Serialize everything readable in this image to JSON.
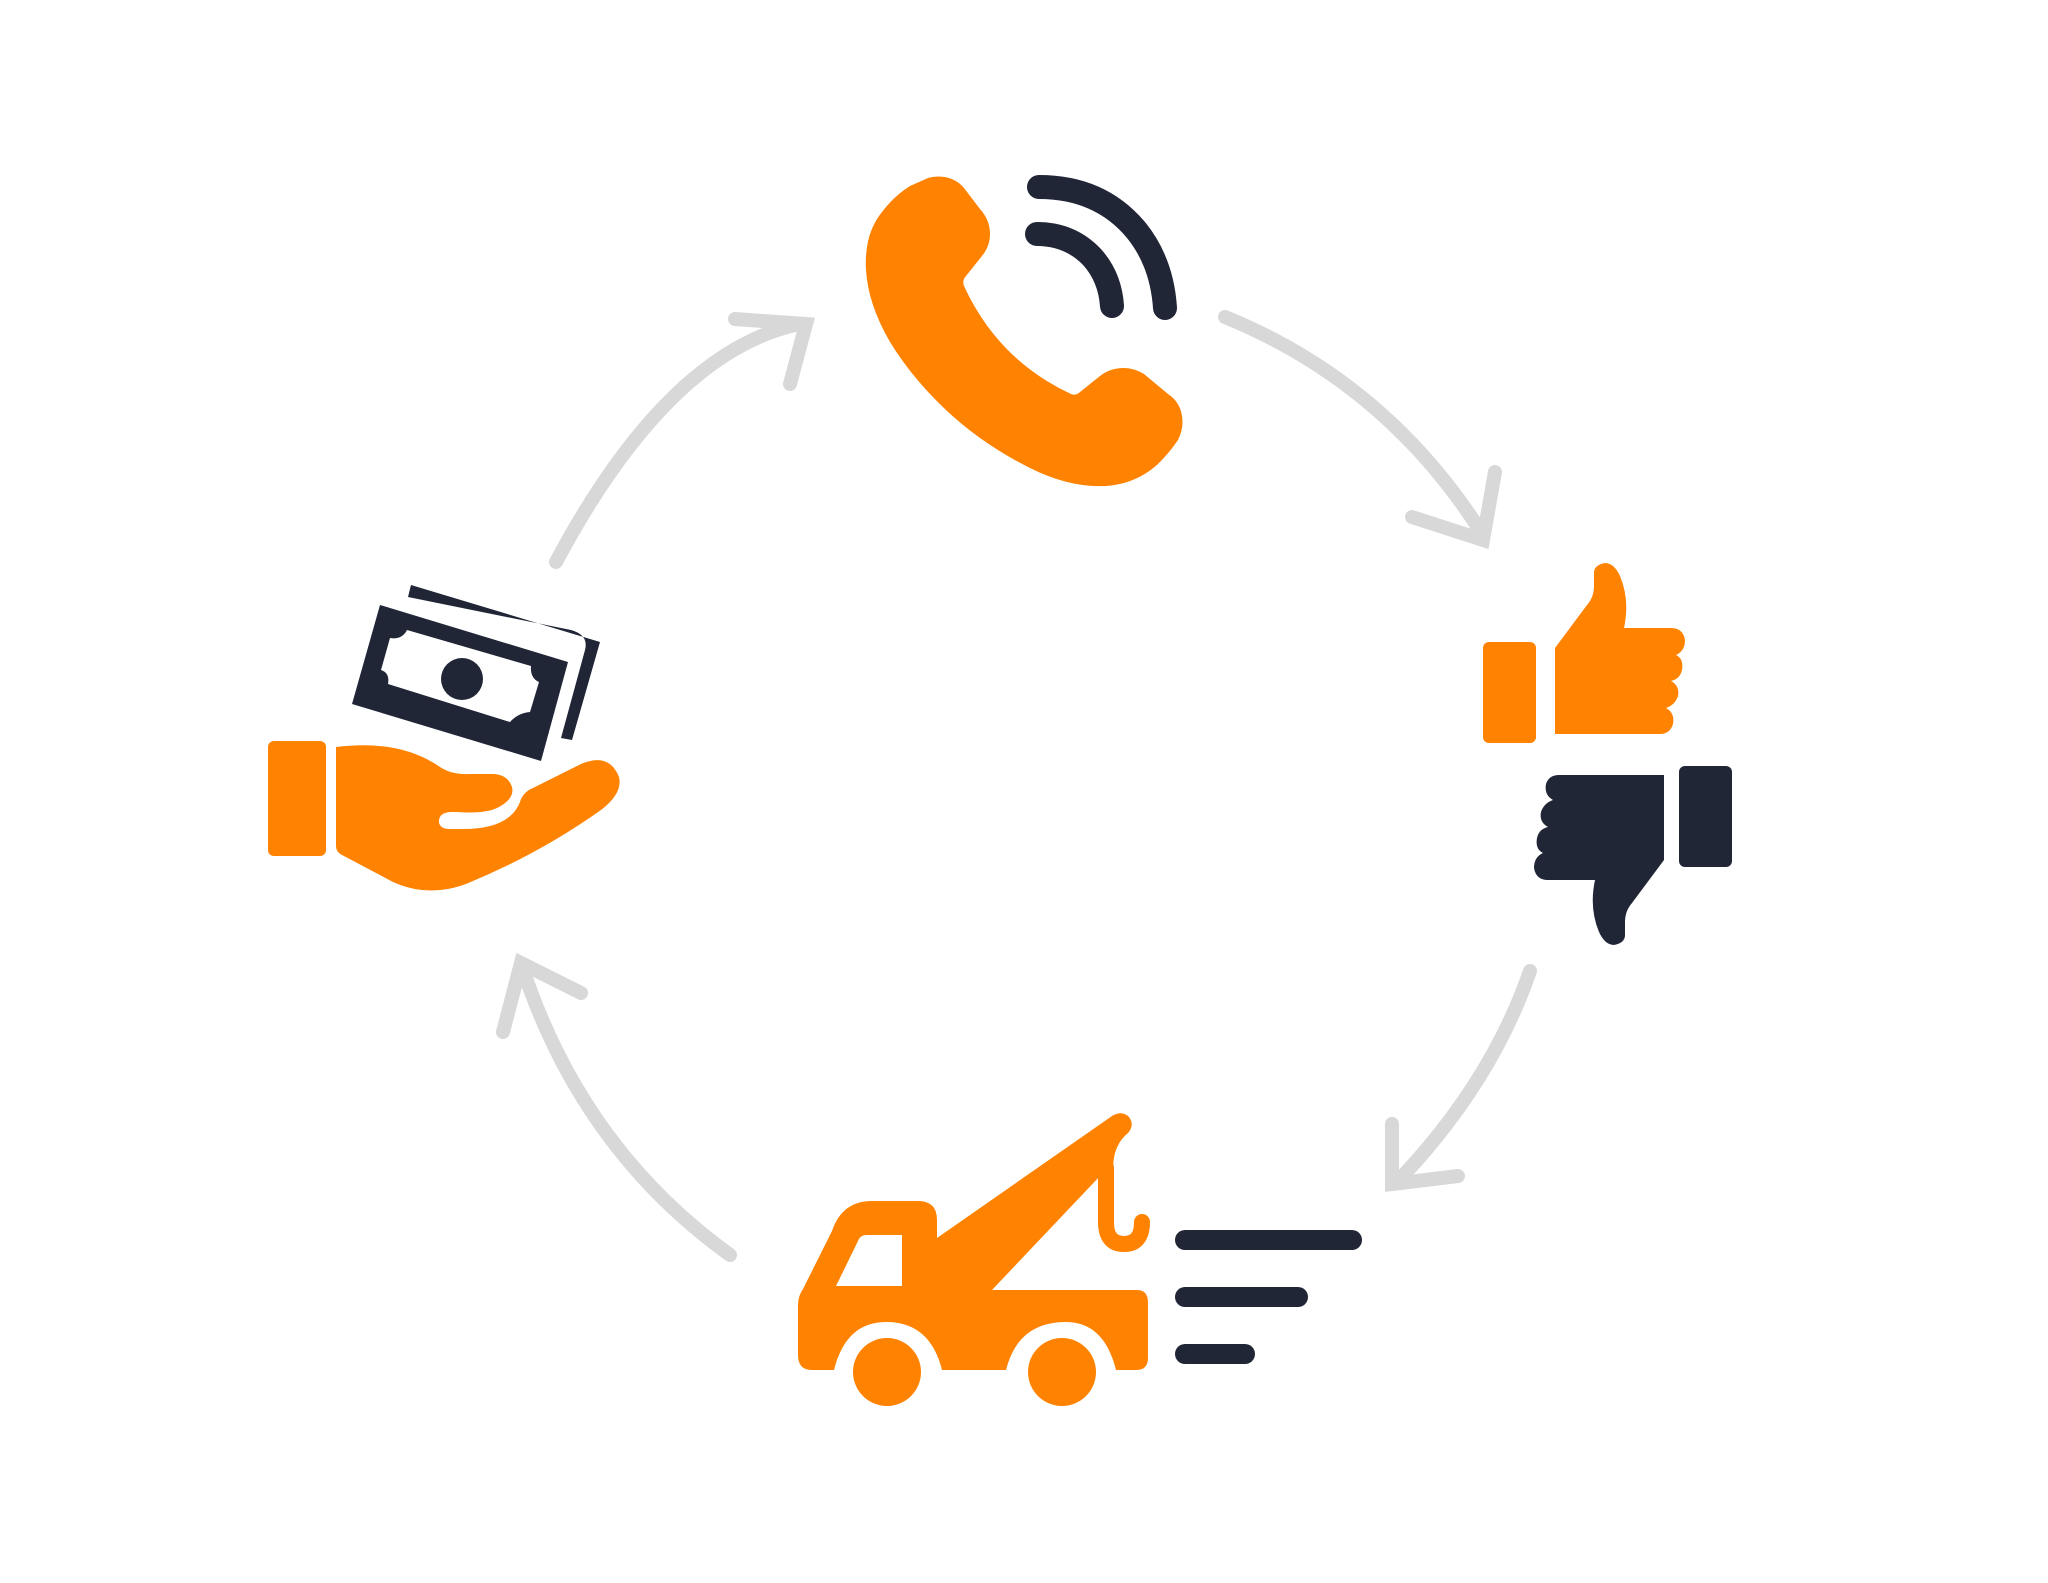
{
  "colors": {
    "accent": "#FF8200",
    "dark": "#212637",
    "arrow": "#D8D8D8",
    "background": "#FFFFFF"
  },
  "cycle": {
    "steps": [
      {
        "icon": "phone-call-icon",
        "meaning": "call"
      },
      {
        "icon": "thumbs-up-down-icon",
        "meaning": "approval"
      },
      {
        "icon": "tow-truck-icon",
        "meaning": "towing"
      },
      {
        "icon": "payment-hand-icon",
        "meaning": "payment"
      }
    ],
    "direction": "clockwise"
  }
}
